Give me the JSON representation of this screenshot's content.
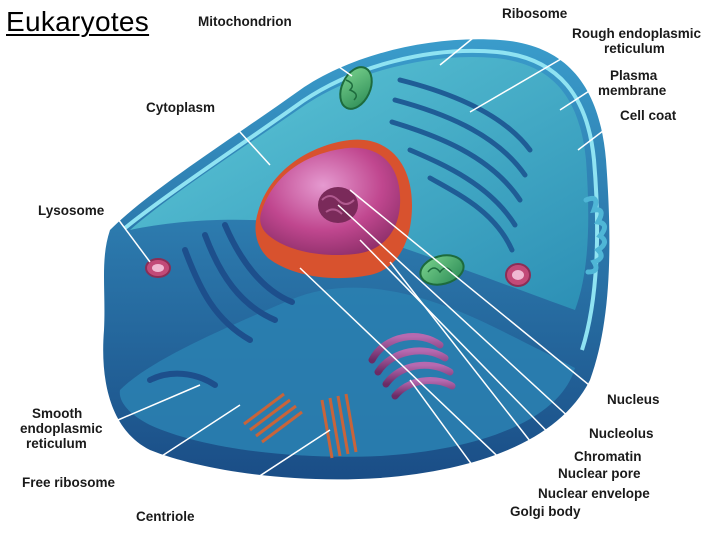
{
  "slide": {
    "title": "Eukaryotes"
  },
  "diagram": {
    "labels": {
      "mitochondrion": "Mitochondrion",
      "ribosome": "Ribosome",
      "rough_er_line1": "Rough endoplasmic",
      "rough_er_line2": "reticulum",
      "plasma_membrane_line1": "Plasma",
      "plasma_membrane_line2": "membrane",
      "cell_coat": "Cell coat",
      "cytoplasm": "Cytoplasm",
      "lysosome": "Lysosome",
      "smooth_er_line1": "Smooth",
      "smooth_er_line2": "endoplasmic",
      "smooth_er_line3": "reticulum",
      "free_ribosome": "Free ribosome",
      "centriole": "Centriole",
      "nucleus": "Nucleus",
      "nucleolus": "Nucleolus",
      "chromatin": "Chromatin",
      "nuclear_pore": "Nuclear pore",
      "nuclear_envelope": "Nuclear envelope",
      "golgi_body": "Golgi body"
    },
    "colors": {
      "cell_outer": "#2a86b8",
      "cytoplasm": "#3fb2c9",
      "cell_dark": "#1d4f8c",
      "membrane_edge": "#6fd3e8",
      "nucleus_outer": "#d8522e",
      "nucleus_inner": "#c0478f",
      "nucleolus": "#7a2a5a",
      "mitochondrion": "#3fae6a",
      "golgi": "#8a3f82",
      "lysosome": "#c24a78",
      "centriole": "#c8643a"
    }
  }
}
